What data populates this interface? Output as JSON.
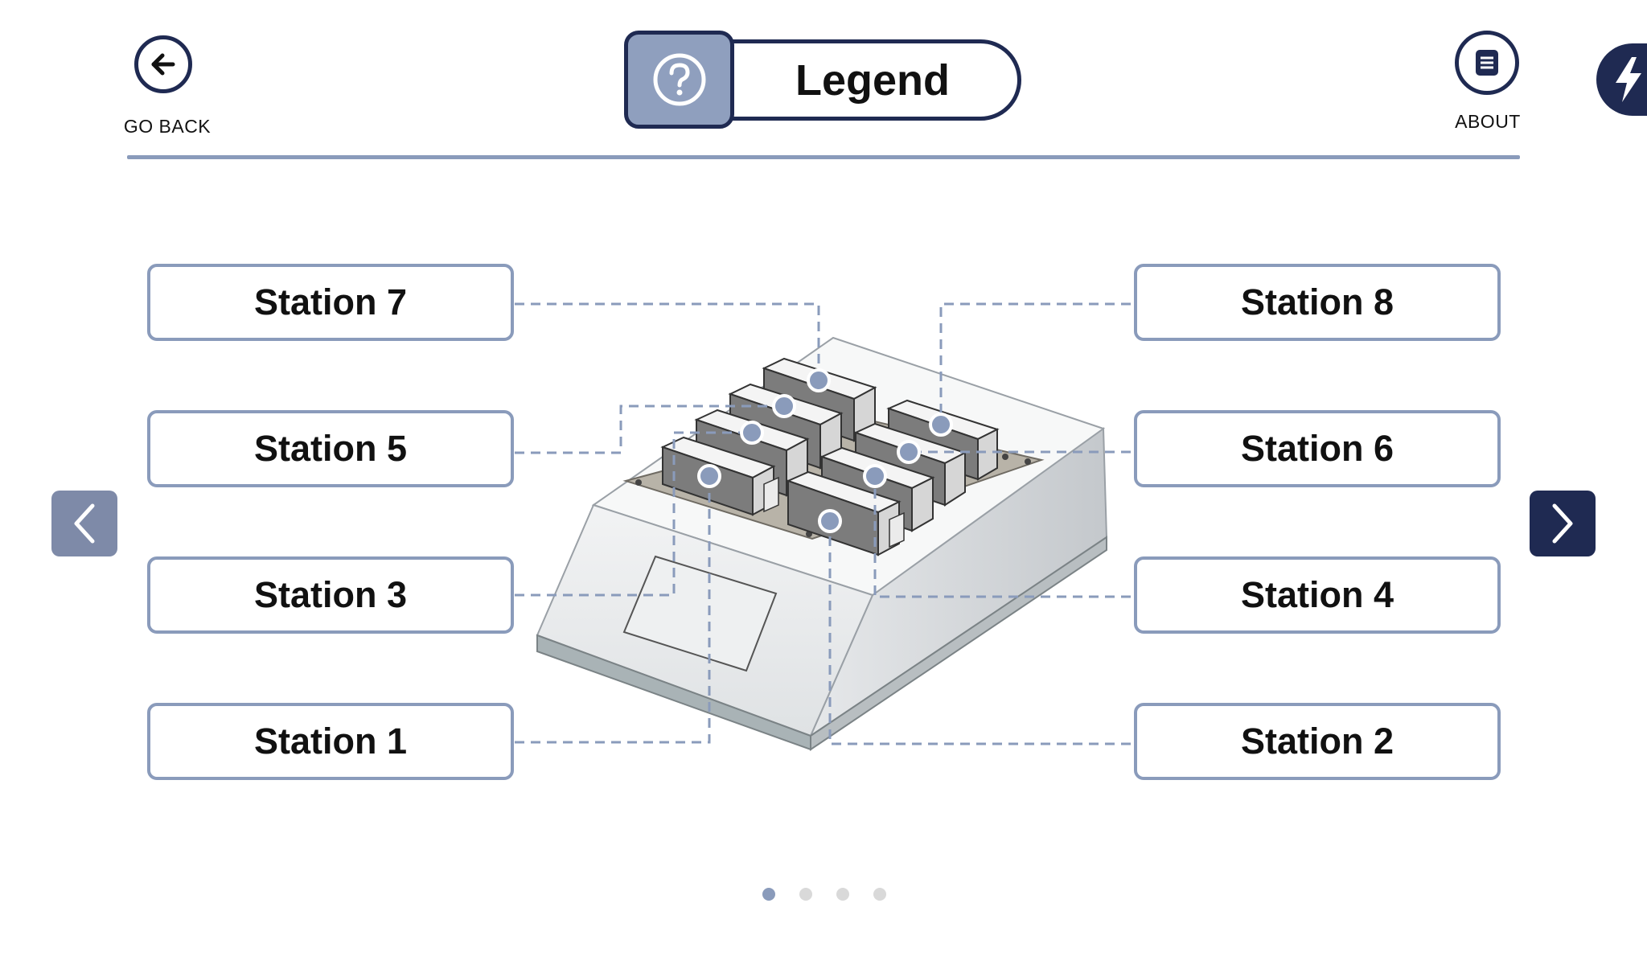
{
  "header": {
    "go_back_label": "GO BACK",
    "about_label": "ABOUT",
    "title": "Legend"
  },
  "stations": {
    "s7": "Station 7",
    "s8": "Station 8",
    "s5": "Station 5",
    "s6": "Station 6",
    "s3": "Station 3",
    "s4": "Station 4",
    "s1": "Station 1",
    "s2": "Station 2"
  },
  "pagination": {
    "total_pages": 4,
    "current_page": 1
  },
  "colors": {
    "navy": "#1f2a52",
    "accent": "#8a9bbb",
    "help_fill": "#8f9fbe",
    "dot_inactive": "#d9d9d9"
  },
  "icons": {
    "go_back": "arrow-left-icon",
    "about": "document-list-icon",
    "help": "question-mark-icon",
    "side_tab": "lightning-bolt-icon",
    "prev": "chevron-left-icon",
    "next": "chevron-right-icon"
  }
}
